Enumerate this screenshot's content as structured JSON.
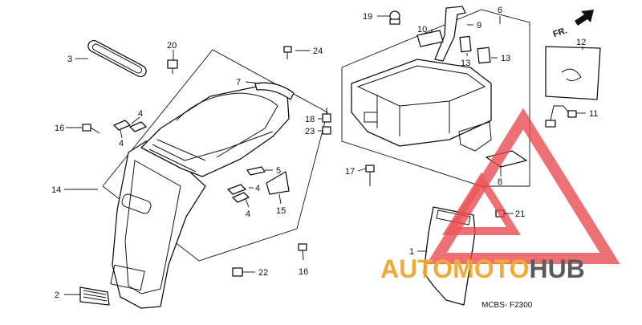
{
  "diagram": {
    "callouts": {
      "c1": "1",
      "c2": "2",
      "c3": "3",
      "c4a": "4",
      "c4b": "4",
      "c4c": "4",
      "c4d": "4",
      "c5": "5",
      "c6": "6",
      "c7": "7",
      "c8": "8",
      "c9": "9",
      "c10": "10",
      "c11": "11",
      "c12": "12",
      "c13a": "13",
      "c13b": "13",
      "c14": "14",
      "c15": "15",
      "c16a": "16",
      "c16b": "16",
      "c17": "17",
      "c18": "18",
      "c19": "19",
      "c20": "20",
      "c21": "21",
      "c22": "22",
      "c23": "23",
      "c24": "24"
    },
    "front_marker": "FR.",
    "diagram_code": "MCBS- F2300"
  },
  "watermark": {
    "part_a": "AUTO",
    "part_b": "MOTO",
    "part_c": "HUB",
    "triangle_color": "#e8474a",
    "text_color_primary": "#f2a11d",
    "text_color_secondary": "#4a4a4a"
  },
  "colors": {
    "line": "#111111",
    "background": "#ffffff"
  }
}
